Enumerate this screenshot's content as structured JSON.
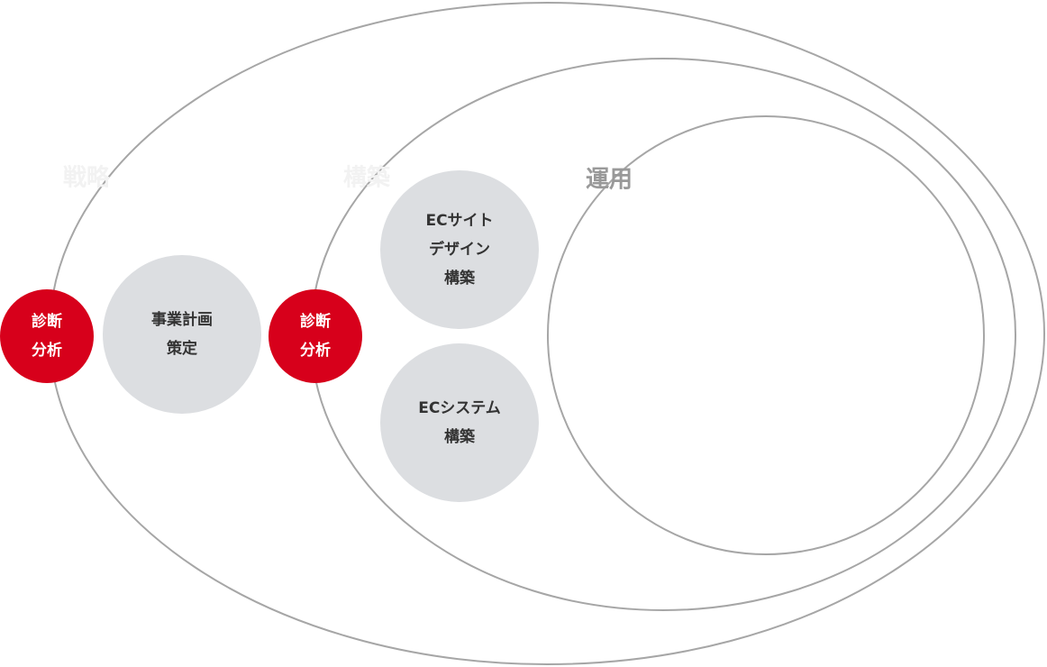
{
  "phases": [
    {
      "label": "戦略",
      "color": "#f2f2f2"
    },
    {
      "label": "構築",
      "color": "#f2f2f2"
    },
    {
      "label": "運用",
      "color": "#999999"
    }
  ],
  "nodes": {
    "diagnosis1": {
      "line1": "診断",
      "line2": "分析"
    },
    "business_plan": {
      "line1": "事業計画",
      "line2": "策定"
    },
    "diagnosis2": {
      "line1": "診断",
      "line2": "分析"
    },
    "ec_design": {
      "line1": "ECサイト",
      "line2": "デザイン",
      "line3": "構築"
    },
    "ec_system": {
      "line1": "ECシステム",
      "line2": "構築"
    }
  },
  "colors": {
    "accent": "#d7001b",
    "node_gray": "#dcdee1",
    "stroke": "#a6a6a6"
  }
}
